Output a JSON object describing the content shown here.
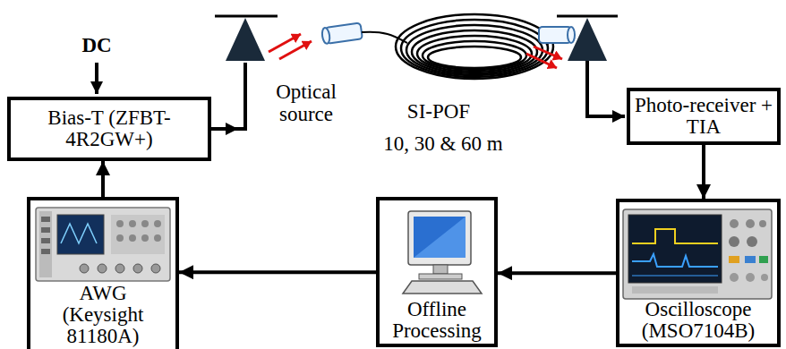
{
  "diagram": {
    "nodes": [
      {
        "text": [
          "Bias-T (ZFBT-4R2GW+)"
        ]
      },
      {
        "text": [
          "AWG (Keysight 81180A)"
        ]
      },
      {
        "text": [
          "Offline Processing"
        ]
      },
      {
        "text": [
          "Oscilloscope (MSO7104B)"
        ]
      },
      {
        "text": [
          "Photo-receiver + TIA"
        ]
      }
    ],
    "edges": [
      {
        "from": 1,
        "to": 0,
        "arrow": "to"
      },
      {
        "from": 3,
        "to": 2,
        "arrow": "to"
      },
      {
        "from": 2,
        "to": 1,
        "arrow": "to"
      },
      {
        "from": 4,
        "to": 3,
        "arrow": "to"
      }
    ],
    "labels": [
      "DC",
      "Optical source",
      "SI-POF",
      "10, 30 & 60 m"
    ]
  }
}
